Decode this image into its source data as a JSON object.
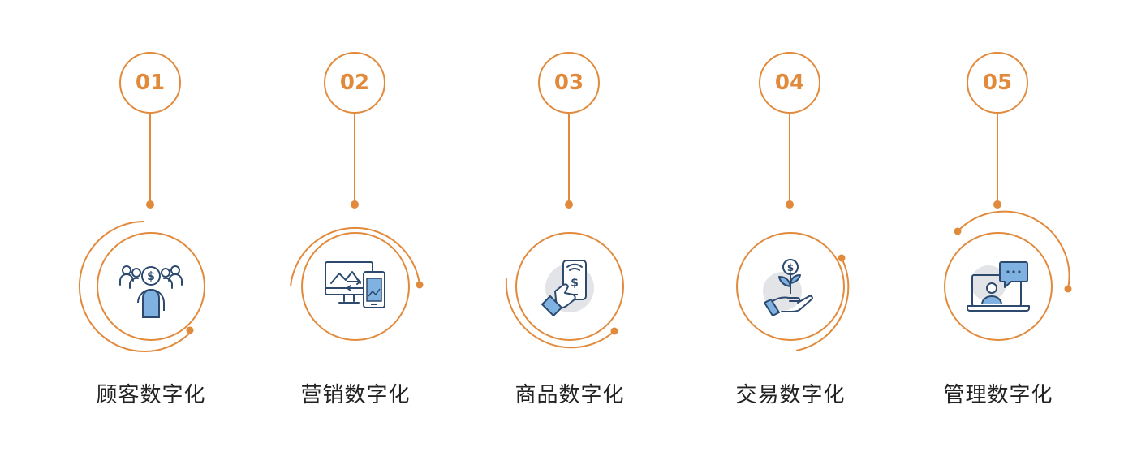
{
  "accent_color": "#e28a3c",
  "icon_stroke_color": "#2d4a6e",
  "icon_fill_color": "#7fb2e0",
  "steps": [
    {
      "number": "01",
      "label": "顾客数字化",
      "icon": "customers-money-icon",
      "arc": "left-bottom"
    },
    {
      "number": "02",
      "label": "营销数字化",
      "icon": "monitor-tablet-sync-icon",
      "arc": "top-left"
    },
    {
      "number": "03",
      "label": "商品数字化",
      "icon": "hand-phone-pay-icon",
      "arc": "bottom-left"
    },
    {
      "number": "04",
      "label": "交易数字化",
      "icon": "hand-plant-coin-icon",
      "arc": "right-bottom"
    },
    {
      "number": "05",
      "label": "管理数字化",
      "icon": "laptop-chat-user-icon",
      "arc": "top-right"
    }
  ]
}
